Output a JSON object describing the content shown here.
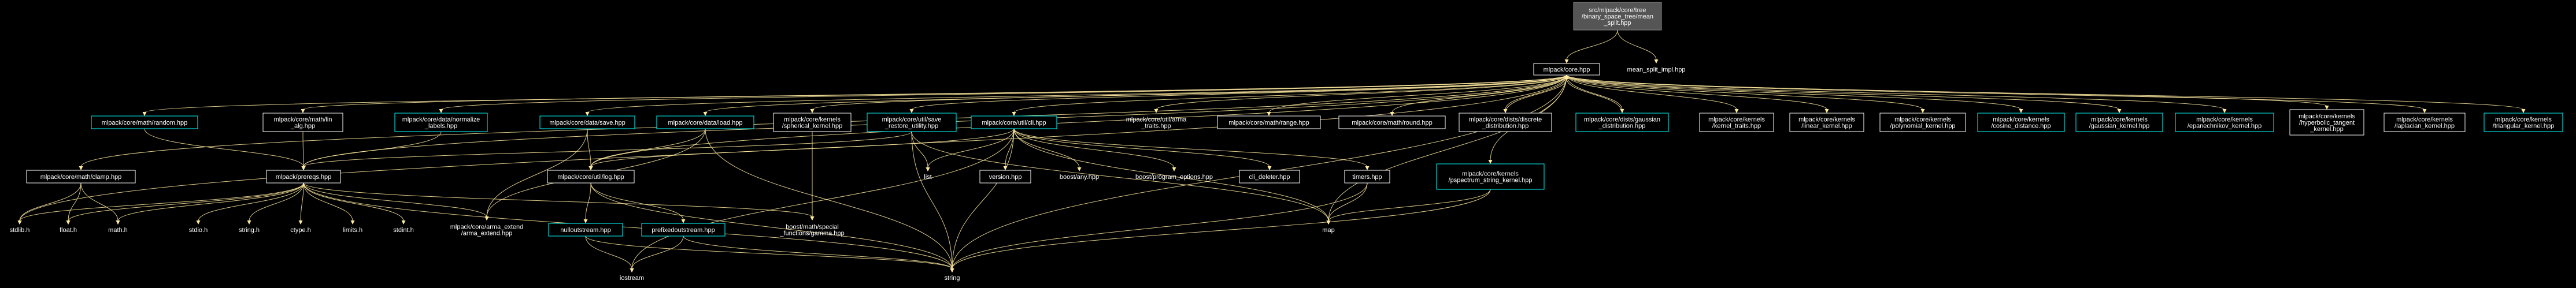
{
  "diagram": {
    "title": "",
    "colors": {
      "background": "#000000",
      "edge": "#ffeaa0",
      "text": "#ffffff",
      "box_default": "#ffffff",
      "box_cyan": "#00ffff",
      "box_selected_fill": "#555555",
      "box_selected_stroke": "#888888"
    },
    "nodes": [
      {
        "id": "root",
        "lines": [
          "src/mlpack/core/tree",
          "/binary_space_tree/mean",
          "_split.hpp"
        ],
        "style": "selected"
      },
      {
        "id": "core",
        "lines": [
          "mlpack/core.hpp"
        ],
        "style": "box"
      },
      {
        "id": "meanimpl",
        "lines": [
          "mean_split_impl.hpp"
        ],
        "style": "none"
      },
      {
        "id": "random",
        "lines": [
          "mlpack/core/math/random.hpp"
        ],
        "style": "cyan"
      },
      {
        "id": "lin",
        "lines": [
          "mlpack/core/math/lin",
          "_alg.hpp"
        ],
        "style": "box"
      },
      {
        "id": "normalize",
        "lines": [
          "mlpack/core/data/normalize",
          "_labels.hpp"
        ],
        "style": "cyan"
      },
      {
        "id": "save",
        "lines": [
          "mlpack/core/data/save.hpp"
        ],
        "style": "cyan"
      },
      {
        "id": "load",
        "lines": [
          "mlpack/core/data/load.hpp"
        ],
        "style": "cyan"
      },
      {
        "id": "spherical",
        "lines": [
          "mlpack/core/kernels",
          "/spherical_kernel.hpp"
        ],
        "style": "box"
      },
      {
        "id": "savevec",
        "lines": [
          "mlpack/core/util/save",
          "_restore_utility.hpp"
        ],
        "style": "cyan"
      },
      {
        "id": "cli",
        "lines": [
          "mlpack/core/util/cli.hpp"
        ],
        "style": "cyan"
      },
      {
        "id": "armatraits",
        "lines": [
          "mlpack/core/util/arma",
          "_traits.hpp"
        ],
        "style": "none"
      },
      {
        "id": "range",
        "lines": [
          "mlpack/core/math/range.hpp"
        ],
        "style": "box"
      },
      {
        "id": "round",
        "lines": [
          "mlpack/core/math/round.hpp"
        ],
        "style": "box"
      },
      {
        "id": "discrete",
        "lines": [
          "mlpack/core/dists/discrete",
          "_distribution.hpp"
        ],
        "style": "box"
      },
      {
        "id": "gaussdist",
        "lines": [
          "mlpack/core/dists/gaussian",
          "_distribution.hpp"
        ],
        "style": "cyan"
      },
      {
        "id": "ktraits",
        "lines": [
          "mlpack/core/kernels",
          "/kernel_traits.hpp"
        ],
        "style": "box"
      },
      {
        "id": "linear",
        "lines": [
          "mlpack/core/kernels",
          "/linear_kernel.hpp"
        ],
        "style": "box"
      },
      {
        "id": "poly",
        "lines": [
          "mlpack/core/kernels",
          "/polynomial_kernel.hpp"
        ],
        "style": "box"
      },
      {
        "id": "cosine",
        "lines": [
          "mlpack/core/kernels",
          "/cosine_distance.hpp"
        ],
        "style": "cyan"
      },
      {
        "id": "gaussk",
        "lines": [
          "mlpack/core/kernels",
          "/gaussian_kernel.hpp"
        ],
        "style": "cyan"
      },
      {
        "id": "epan",
        "lines": [
          "mlpack/core/kernels",
          "/epanechnikov_kernel.hpp"
        ],
        "style": "cyan"
      },
      {
        "id": "hyper",
        "lines": [
          "mlpack/core/kernels",
          "/hyperbolic_tangent",
          "_kernel.hpp"
        ],
        "style": "box"
      },
      {
        "id": "laplace",
        "lines": [
          "mlpack/core/kernels",
          "/laplacian_kernel.hpp"
        ],
        "style": "box"
      },
      {
        "id": "tri",
        "lines": [
          "mlpack/core/kernels",
          "/triangular_kernel.hpp"
        ],
        "style": "cyan"
      },
      {
        "id": "clamp",
        "lines": [
          "mlpack/core/math/clamp.hpp"
        ],
        "style": "box"
      },
      {
        "id": "prereqs",
        "lines": [
          "mlpack/prereqs.hpp"
        ],
        "style": "box"
      },
      {
        "id": "log",
        "lines": [
          "mlpack/core/util/log.hpp"
        ],
        "style": "box"
      },
      {
        "id": "list",
        "lines": [
          "list"
        ],
        "style": "none"
      },
      {
        "id": "version",
        "lines": [
          "version.hpp"
        ],
        "style": "box"
      },
      {
        "id": "boostany",
        "lines": [
          "boost/any.hpp"
        ],
        "style": "none"
      },
      {
        "id": "progopts",
        "lines": [
          "boost/program_options.hpp"
        ],
        "style": "none"
      },
      {
        "id": "clideleter",
        "lines": [
          "cli_deleter.hpp"
        ],
        "style": "box"
      },
      {
        "id": "timers",
        "lines": [
          "timers.hpp"
        ],
        "style": "box"
      },
      {
        "id": "nystring",
        "lines": [
          "mlpack/core/kernels",
          "/pspectrum_string_kernel.hpp"
        ],
        "style": "cyan"
      },
      {
        "id": "stdlib",
        "lines": [
          "stdlib.h"
        ],
        "style": "none"
      },
      {
        "id": "float",
        "lines": [
          "float.h"
        ],
        "style": "none"
      },
      {
        "id": "math",
        "lines": [
          "math.h"
        ],
        "style": "none"
      },
      {
        "id": "stdio",
        "lines": [
          "stdio.h"
        ],
        "style": "none"
      },
      {
        "id": "stringh",
        "lines": [
          "string.h"
        ],
        "style": "none"
      },
      {
        "id": "ctype",
        "lines": [
          "ctype.h"
        ],
        "style": "none"
      },
      {
        "id": "limits",
        "lines": [
          "limits.h"
        ],
        "style": "none"
      },
      {
        "id": "stdint",
        "lines": [
          "stdint.h"
        ],
        "style": "none"
      },
      {
        "id": "armaextend",
        "lines": [
          "mlpack/core/arma_extend",
          "/arma_extend.hpp"
        ],
        "style": "none"
      },
      {
        "id": "nulloutstream",
        "lines": [
          "nulloutstream.hpp"
        ],
        "style": "cyan"
      },
      {
        "id": "prefixed",
        "lines": [
          "prefixedoutstream.hpp"
        ],
        "style": "cyan"
      },
      {
        "id": "gamma",
        "lines": [
          "boost/math/special",
          "_functions/gamma.hpp"
        ],
        "style": "none"
      },
      {
        "id": "map",
        "lines": [
          "map"
        ],
        "style": "none"
      },
      {
        "id": "iostream",
        "lines": [
          "iostream"
        ],
        "style": "none"
      },
      {
        "id": "string",
        "lines": [
          "string"
        ],
        "style": "none"
      }
    ],
    "edges": [
      [
        "root",
        "core"
      ],
      [
        "root",
        "meanimpl"
      ],
      [
        "core",
        "random"
      ],
      [
        "core",
        "lin"
      ],
      [
        "core",
        "normalize"
      ],
      [
        "core",
        "save"
      ],
      [
        "core",
        "load"
      ],
      [
        "core",
        "spherical"
      ],
      [
        "core",
        "savevec"
      ],
      [
        "core",
        "cli"
      ],
      [
        "core",
        "armatraits"
      ],
      [
        "core",
        "range"
      ],
      [
        "core",
        "round"
      ],
      [
        "core",
        "discrete"
      ],
      [
        "core",
        "gaussdist"
      ],
      [
        "core",
        "ktraits"
      ],
      [
        "core",
        "linear"
      ],
      [
        "core",
        "poly"
      ],
      [
        "core",
        "cosine"
      ],
      [
        "core",
        "gaussk"
      ],
      [
        "core",
        "epan"
      ],
      [
        "core",
        "hyper"
      ],
      [
        "core",
        "laplace"
      ],
      [
        "core",
        "tri"
      ],
      [
        "core",
        "clamp"
      ],
      [
        "core",
        "prereqs"
      ],
      [
        "core",
        "log"
      ],
      [
        "core",
        "nystring"
      ],
      [
        "core",
        "stdlib"
      ],
      [
        "core",
        "string"
      ],
      [
        "core",
        "map"
      ],
      [
        "random",
        "prereqs"
      ],
      [
        "lin",
        "prereqs"
      ],
      [
        "normalize",
        "prereqs"
      ],
      [
        "save",
        "log"
      ],
      [
        "save",
        "armaextend"
      ],
      [
        "load",
        "log"
      ],
      [
        "load",
        "armaextend"
      ],
      [
        "load",
        "string"
      ],
      [
        "spherical",
        "gamma"
      ],
      [
        "savevec",
        "prereqs"
      ],
      [
        "savevec",
        "list"
      ],
      [
        "savevec",
        "map"
      ],
      [
        "savevec",
        "string"
      ],
      [
        "cli",
        "list"
      ],
      [
        "cli",
        "version"
      ],
      [
        "cli",
        "boostany"
      ],
      [
        "cli",
        "progopts"
      ],
      [
        "cli",
        "clideleter"
      ],
      [
        "cli",
        "timers"
      ],
      [
        "cli",
        "map"
      ],
      [
        "cli",
        "iostream"
      ],
      [
        "cli",
        "string"
      ],
      [
        "cli",
        "log"
      ],
      [
        "timers",
        "map"
      ],
      [
        "timers",
        "string"
      ],
      [
        "nystring",
        "map"
      ],
      [
        "nystring",
        "string"
      ],
      [
        "clamp",
        "stdlib"
      ],
      [
        "clamp",
        "float"
      ],
      [
        "clamp",
        "math"
      ],
      [
        "prereqs",
        "stdlib"
      ],
      [
        "prereqs",
        "float"
      ],
      [
        "prereqs",
        "math"
      ],
      [
        "prereqs",
        "stdio"
      ],
      [
        "prereqs",
        "stringh"
      ],
      [
        "prereqs",
        "ctype"
      ],
      [
        "prereqs",
        "limits"
      ],
      [
        "prereqs",
        "stdint"
      ],
      [
        "prereqs",
        "armaextend"
      ],
      [
        "prereqs",
        "gamma"
      ],
      [
        "prereqs",
        "string"
      ],
      [
        "log",
        "nulloutstream"
      ],
      [
        "log",
        "prefixed"
      ],
      [
        "log",
        "string"
      ],
      [
        "nulloutstream",
        "iostream"
      ],
      [
        "nulloutstream",
        "string"
      ],
      [
        "prefixed",
        "iostream"
      ],
      [
        "prefixed",
        "string"
      ],
      [
        "discrete",
        "core"
      ],
      [
        "gaussdist",
        "core"
      ]
    ]
  }
}
